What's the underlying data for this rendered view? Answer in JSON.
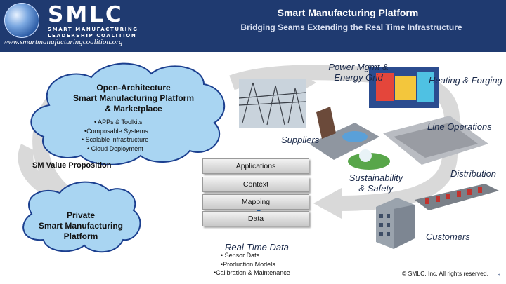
{
  "header": {
    "logo_text": "SMLC",
    "logo_sub1": "SMART MANUFACTURING",
    "logo_sub2": "LEADERSHIP COALITION",
    "url": "www.smartmanufacturingcoalition.org",
    "title": "Smart Manufacturing Platform",
    "subtitle": "Bridging Seams Extending the Real Time Infrastructure"
  },
  "cloud_top": {
    "title_lines": [
      "Open-Architecture",
      "Smart Manufacturing Platform",
      "& Marketplace"
    ],
    "bullets": [
      "• APPs & Toolkits",
      "•Composable Systems",
      "• Scalable infrastructure",
      "• Cloud Deployment"
    ]
  },
  "value_prop": "SM Value Proposition",
  "cloud_bottom": {
    "lines": [
      "Private",
      "Smart Manufacturing",
      "Platform"
    ]
  },
  "stack": [
    "Applications",
    "Context",
    "Mapping",
    "Data"
  ],
  "realtime": {
    "title": "Real-Time Data",
    "bullets": [
      "• Sensor Data",
      "•Production Models",
      "•Calibration & Maintenance"
    ]
  },
  "labels": {
    "power": [
      "Power Mgmt &",
      "Energy Grid"
    ],
    "heating": "Heating & Forging",
    "suppliers": "Suppliers",
    "line_ops": "Line Operations",
    "sustainability": [
      "Sustainability",
      "& Safety"
    ],
    "distribution": "Distribution",
    "customers": "Customers"
  },
  "footer": {
    "copyright": "© SMLC, Inc. All rights reserved.",
    "page": "9"
  },
  "colors": {
    "header_bg": "#1f3a70",
    "cloud_fill": "#a9d5f2",
    "cloud_stroke": "#1b3f8f",
    "cycle_arrow": "#d9d9d9",
    "up_arrow": "#2e75c7"
  }
}
